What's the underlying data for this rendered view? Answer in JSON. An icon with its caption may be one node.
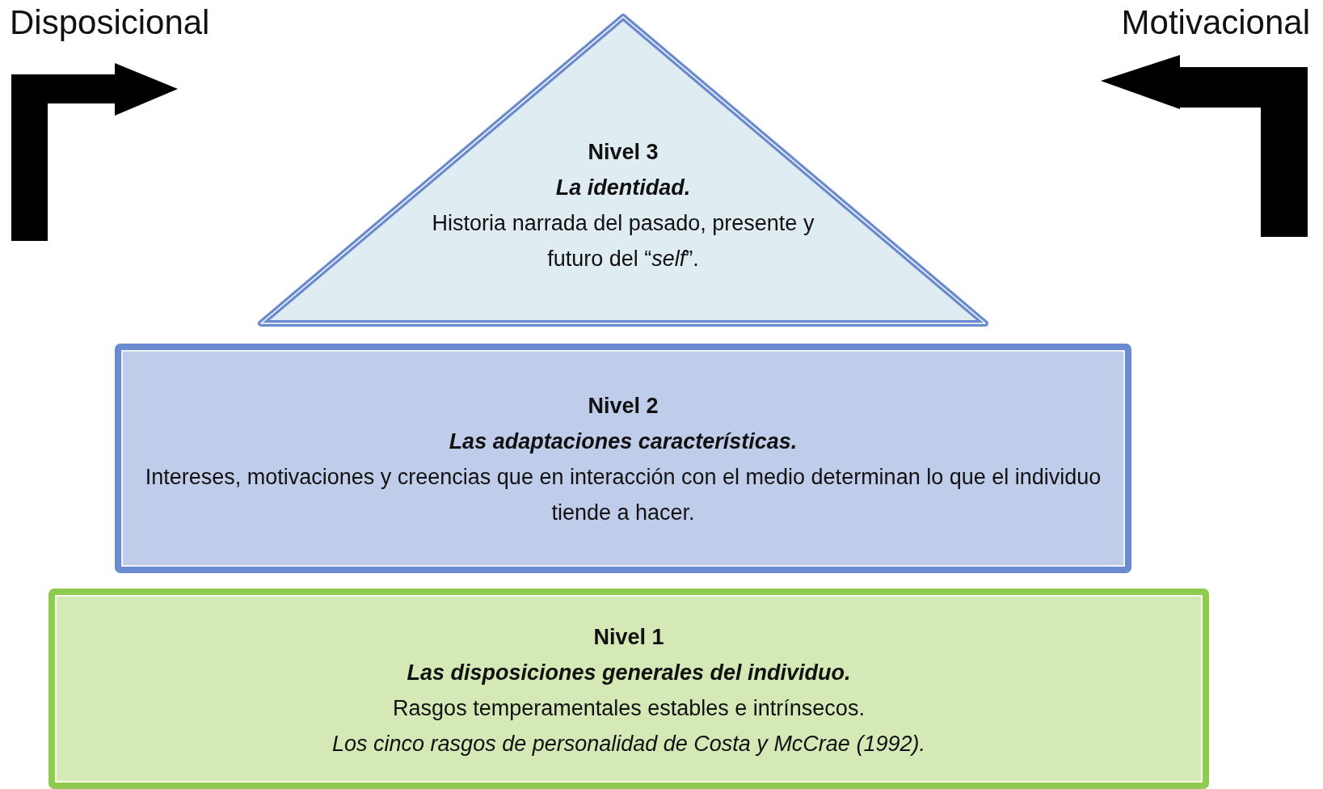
{
  "diagram": {
    "nodes": [
      {
        "text": [
          "Nivel 3",
          "La identidad.",
          "Historia narrada del pasado, presente y futuro del “*self*”."
        ]
      },
      {
        "text": [
          "Nivel 2",
          "Las adaptaciones características.",
          "Intereses, motivaciones y creencias que en interacción con el medio determinan lo que el individuo tiende a hacer."
        ]
      },
      {
        "text": [
          "Nivel 1",
          "Las disposiciones generales del individuo.",
          "Rasgos temperamentales estables e intrínsecos.",
          "Los cinco rasgos de personalidad de Costa y McCrae (1992)."
        ]
      }
    ],
    "labels": [
      "Disposicional",
      "Motivacional"
    ]
  }
}
